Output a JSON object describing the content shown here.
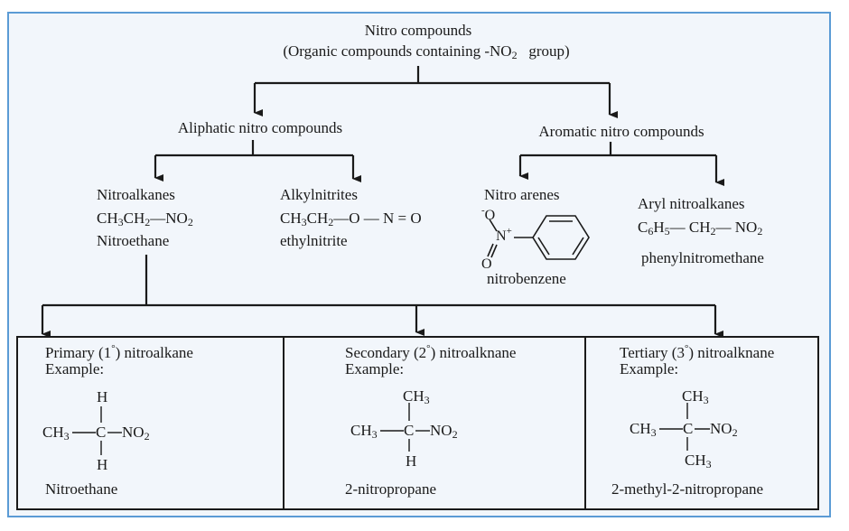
{
  "root": {
    "title": "Nitro compounds",
    "subtitle_pre": "(Organic compounds containing -NO",
    "subtitle_sub": "2",
    "subtitle_post": "   group)"
  },
  "aliphatic": {
    "label": "Aliphatic nitro compounds",
    "nitroalkanes": {
      "label": "Nitroalkanes",
      "formula": [
        "CH",
        "3",
        "CH",
        "2",
        "—NO",
        "2"
      ],
      "name": "Nitroethane"
    },
    "alkylnitrites": {
      "label": "Alkylnitrites",
      "formula": [
        "CH",
        "3",
        "CH",
        "2",
        "—O — N = O"
      ],
      "name": "ethylnitrite"
    }
  },
  "aromatic": {
    "label": "Aromatic nitro compounds",
    "nitroarenes": {
      "label": "Nitro arenes",
      "o_minus": "O",
      "minus": "-",
      "n_plus": "N",
      "plus": "+",
      "o_double": "O",
      "name": "nitrobenzene"
    },
    "arylnitroalkanes": {
      "label": "Aryl nitroalkanes",
      "formula": [
        "C",
        "6",
        "H",
        "5",
        "— CH",
        "2",
        "— NO",
        "2"
      ],
      "name": "phenylnitromethane"
    }
  },
  "classes": [
    {
      "title_pre": "Primary (",
      "degree": "1",
      "title_post": ") nitroalkane",
      "example_label": "Example:",
      "top": "H",
      "left": "CH",
      "left_sub": "3",
      "center": "C",
      "right": "NO",
      "right_sub": "2",
      "bottom": "H",
      "name": "Nitroethane"
    },
    {
      "title_pre": "Secondary (",
      "degree": "2",
      "title_post": ") nitroalknane",
      "example_label": "Example:",
      "top": "CH",
      "top_sub": "3",
      "left": "CH",
      "left_sub": "3",
      "center": "C",
      "right": "NO",
      "right_sub": "2",
      "bottom": "H",
      "name": "2-nitropropane"
    },
    {
      "title_pre": "Tertiary (",
      "degree": "3",
      "title_post": ") nitroalknane",
      "example_label": "Example:",
      "top": "CH",
      "top_sub": "3",
      "left": "CH",
      "left_sub": "3",
      "center": "C",
      "right": "NO",
      "right_sub": "2",
      "bottom": "CH",
      "bottom_sub": "3",
      "name": "2-methyl-2-nitropropane"
    }
  ],
  "degree_symbol": "°",
  "colors": {
    "frame_border": "#5b9bd5",
    "frame_fill": "#f2f6fb",
    "ink": "#1a1a1a"
  }
}
